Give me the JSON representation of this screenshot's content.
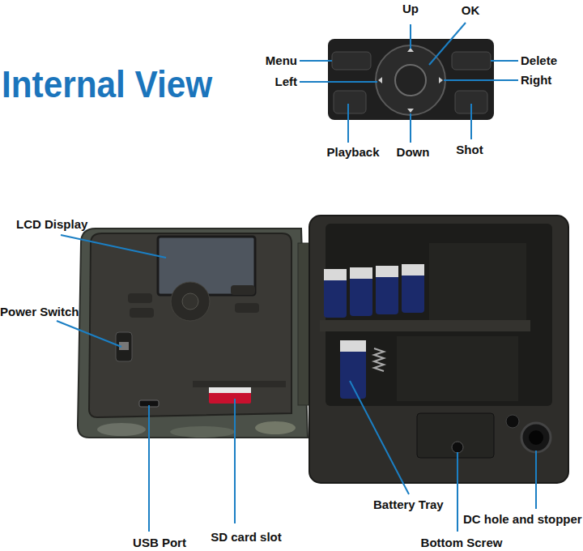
{
  "diagram": {
    "title": "Internal View",
    "labels": [
      "Up",
      "OK",
      "Menu",
      "Delete",
      "Left",
      "Right",
      "Playback",
      "Down",
      "Shot",
      "LCD Display",
      "Power Switch",
      "Battery Tray",
      "DC hole and stopper",
      "USB Port",
      "SD card slot",
      "Bottom Screw"
    ]
  }
}
